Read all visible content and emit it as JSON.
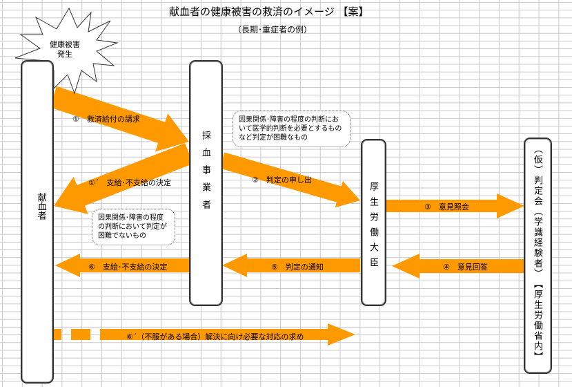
{
  "title": "献血者の健康被害の救済のイメージ 【案】",
  "subtitle": "（長期･重症者の例）",
  "burst": {
    "line1": "健康被害",
    "line2": "発生"
  },
  "actors": {
    "donor": "献血者",
    "collector": "採血事業者",
    "minister": "厚生労働大臣",
    "committee": "︵仮︶判定会︵学識経験者︶【厚生労働省内】"
  },
  "arrows": {
    "a1": "①　救済給付の請求",
    "a1p": "①´　支給･不支給の決定",
    "a2": "②　判定の申し出",
    "a3": "③　意見照会",
    "a4": "④　意見回答",
    "a5": "⑤　判定の通知",
    "a6": "⑥　支給･不支給の決定",
    "a6p": "⑥´（不服がある場合）解決に向け必要な対応の求め"
  },
  "notes": {
    "medical": "因果関係･障害の程度の判断において医学的判断を必要とするものなど判定が困難なもの",
    "simple": "因果関係･障害の程度の判断において判定が困難でないもの"
  },
  "colors": {
    "arrow": "#FF9900"
  }
}
